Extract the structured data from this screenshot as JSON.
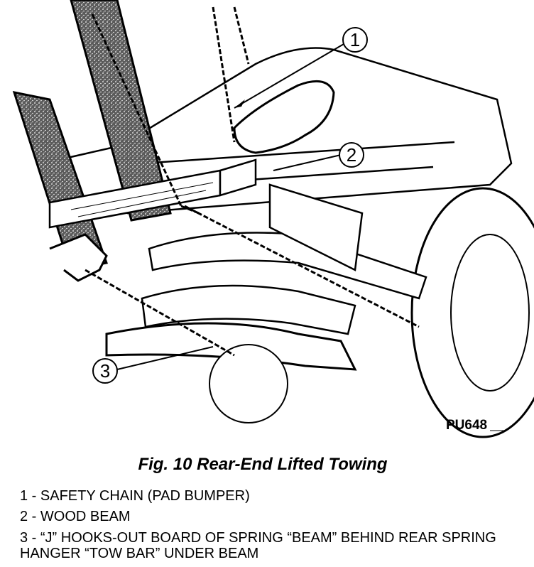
{
  "figure": {
    "image_code": "PU648",
    "callouts": [
      "1",
      "2",
      "3"
    ]
  },
  "caption": "Fig. 10 Rear-End Lifted Towing",
  "legend": [
    "1 - SAFETY CHAIN (PAD BUMPER)",
    "2 - WOOD BEAM",
    "3 - “J” HOOKS-OUT BOARD OF SPRING “BEAM” BEHIND REAR SPRING HANGER “TOW BAR” UNDER BEAM"
  ]
}
